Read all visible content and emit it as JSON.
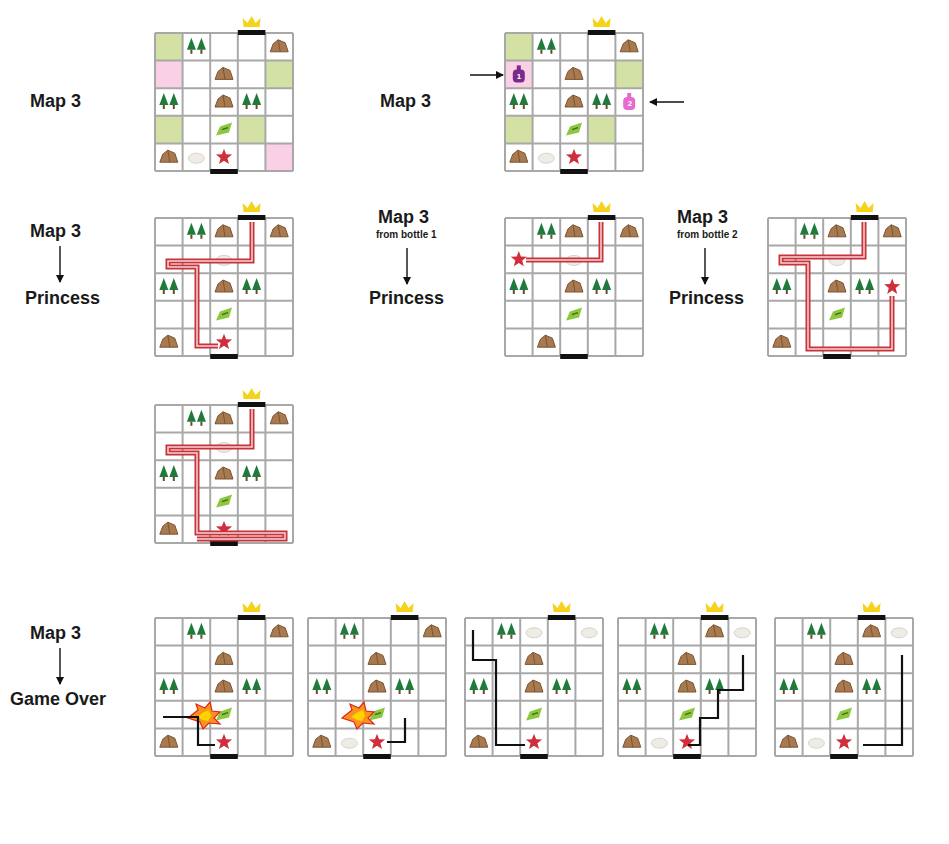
{
  "diagram": {
    "labels": [
      "Map 3",
      "Map 3",
      "Map 3",
      "Princess",
      "Map 3",
      "from bottle 1",
      "Princess",
      "Map 3",
      "from bottle 2",
      "Princess",
      "1",
      "2",
      "Map 3",
      "Game Over"
    ]
  }
}
